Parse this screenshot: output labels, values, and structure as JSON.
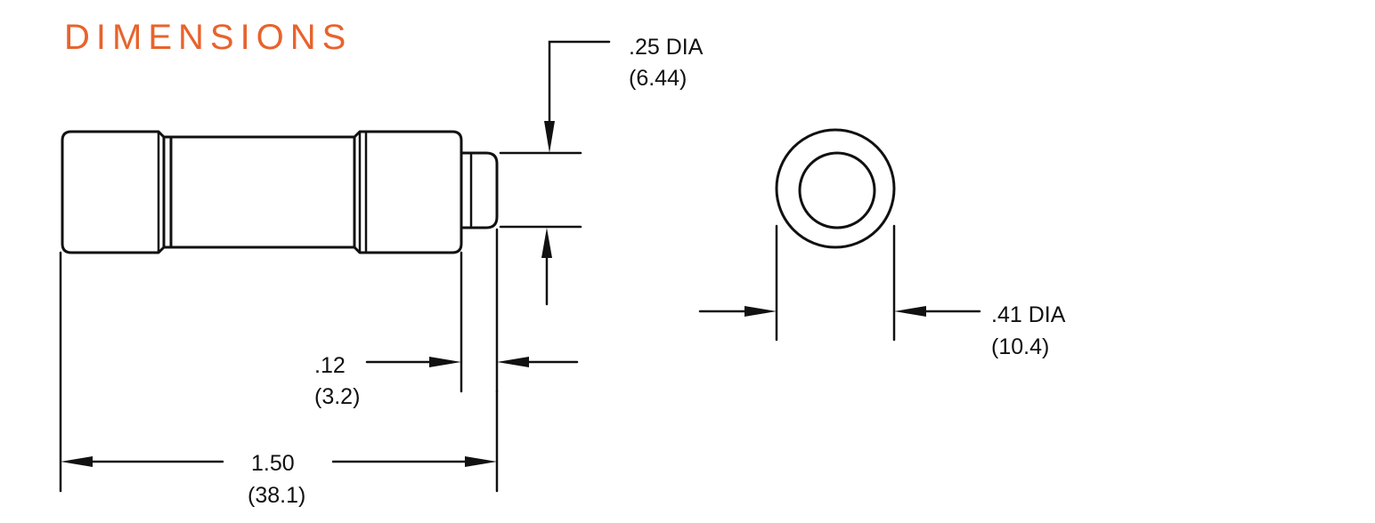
{
  "title": "DIMENSIONS",
  "dimensions": {
    "cap_diameter": {
      "inch": ".25 DIA",
      "mm": "(6.44)"
    },
    "terminal_length": {
      "inch": ".12",
      "mm": "(3.2)"
    },
    "overall_length": {
      "inch": "1.50",
      "mm": "(38.1)"
    },
    "body_diameter": {
      "inch": ".41 DIA",
      "mm": "(10.4)"
    }
  },
  "colors": {
    "title": "#e8632c",
    "ink": "#111111"
  }
}
